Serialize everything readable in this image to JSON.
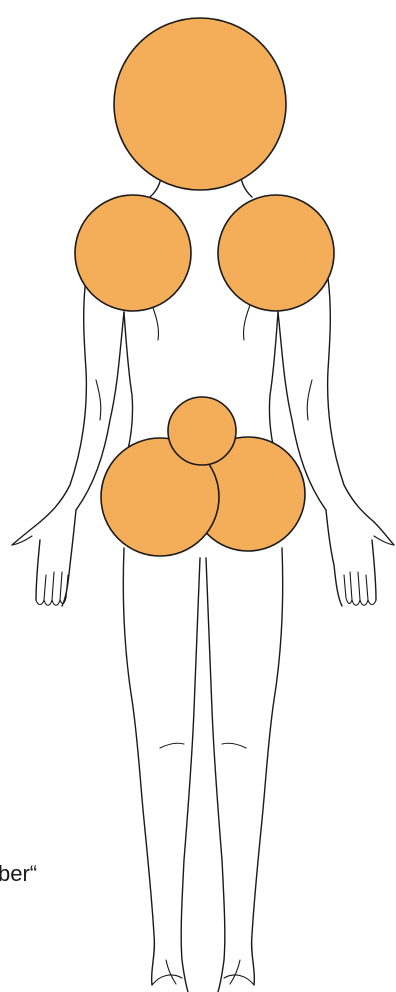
{
  "figure": {
    "view": "back",
    "spot_color": "#F4AE59",
    "outline_color": "#1a1a1a",
    "background": "#ffffff",
    "marked_regions": [
      "head",
      "left-shoulder",
      "right-shoulder",
      "lower-back",
      "left-buttock-hip",
      "right-buttock-hip"
    ]
  },
  "caption": {
    "text": "ber“"
  }
}
